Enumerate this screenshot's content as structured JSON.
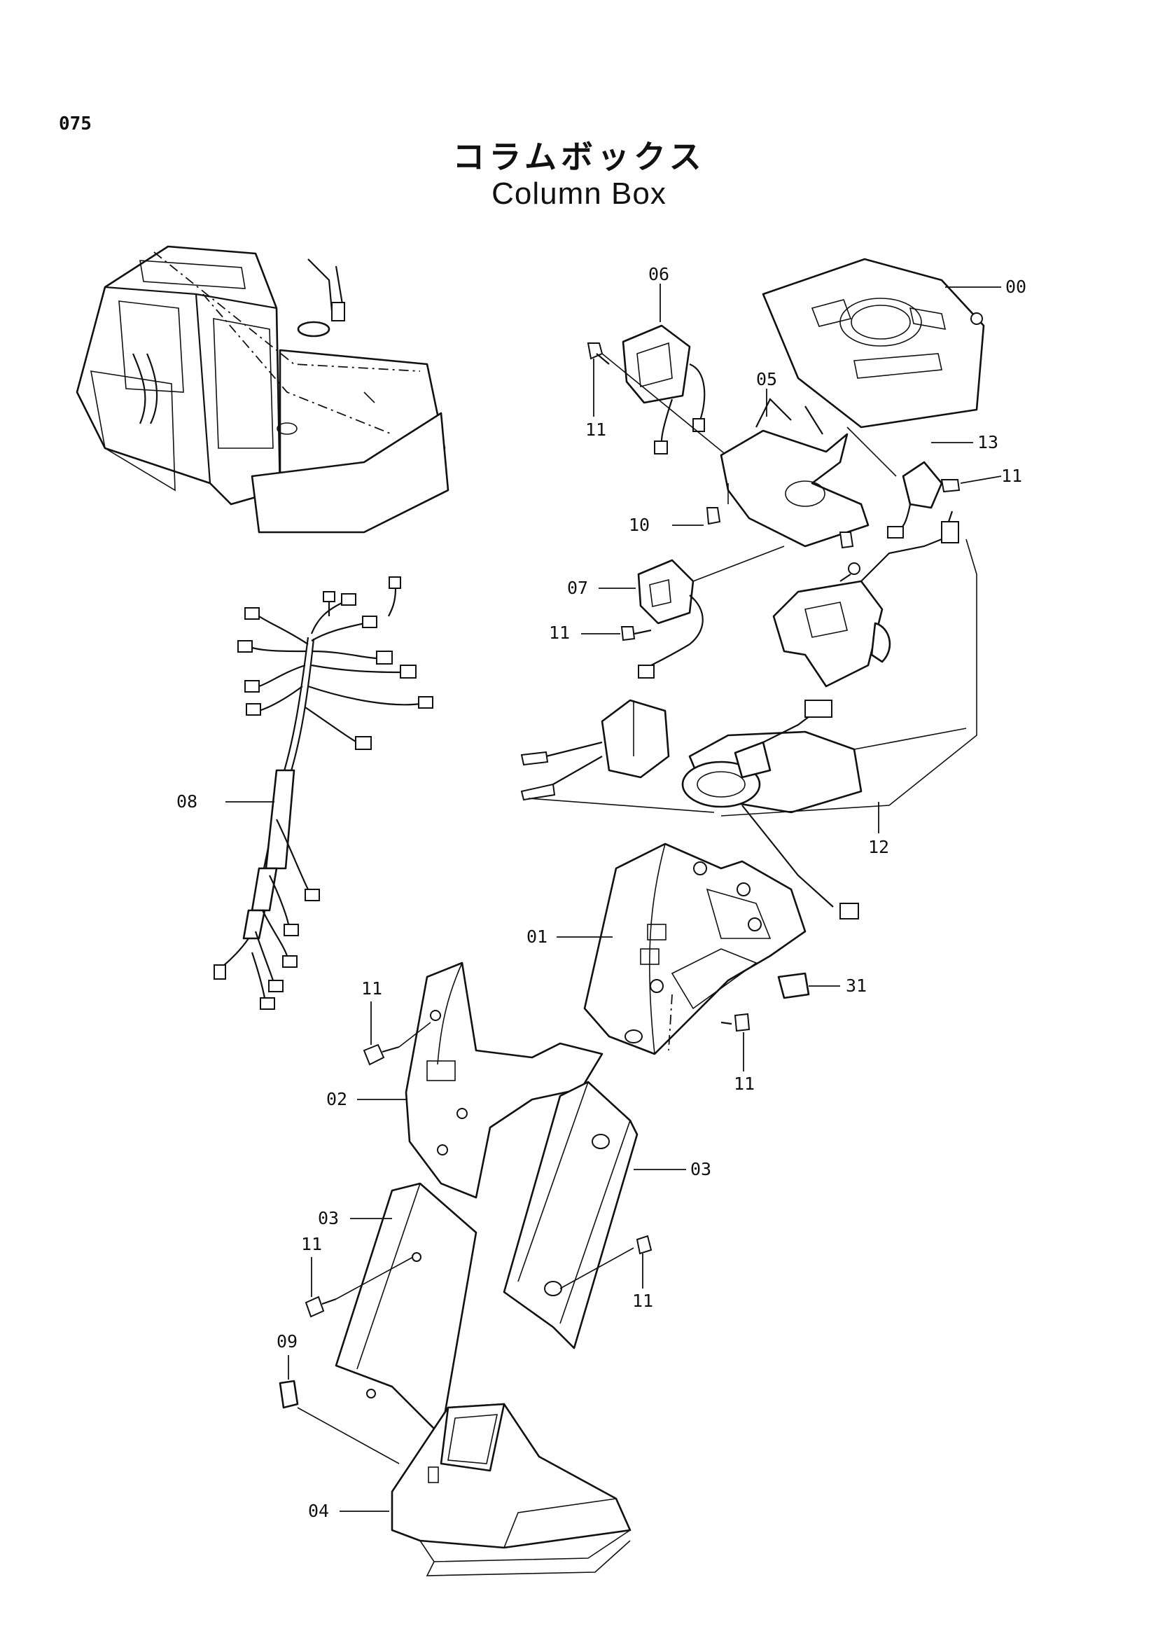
{
  "header": {
    "page_number": "075",
    "title_ja": "コラムボックス",
    "title_en": "Column Box"
  },
  "callouts": {
    "c00": "00",
    "c01": "01",
    "c02": "02",
    "c03a": "03",
    "c03b": "03",
    "c04": "04",
    "c05": "05",
    "c06": "06",
    "c07": "07",
    "c08": "08",
    "c09": "09",
    "c10": "10",
    "c11a": "11",
    "c11b": "11",
    "c11c": "11",
    "c11d": "11",
    "c11e": "11",
    "c11f": "11",
    "c11g": "11",
    "c12": "12",
    "c13": "13",
    "c31": "31"
  }
}
